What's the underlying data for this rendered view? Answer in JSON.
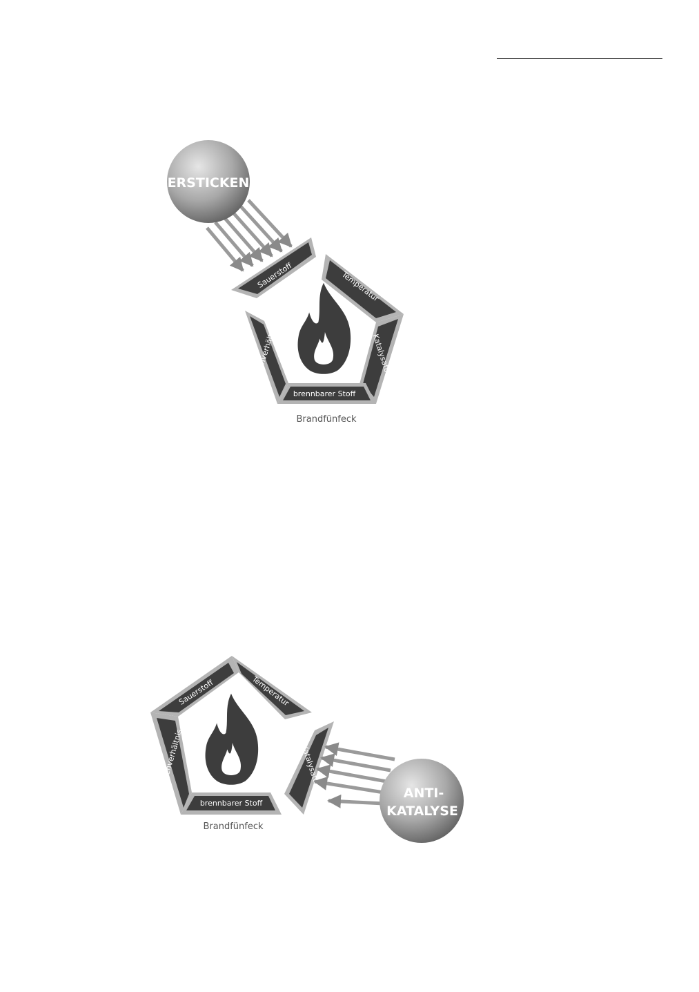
{
  "colors": {
    "segment": "#3d3d3d",
    "frame": "#b4b4b4",
    "arrow": "#9a9a9a",
    "ball_light": "#dcdcdc",
    "ball_dark": "#6a6a6a"
  },
  "icons": [
    "flame-icon"
  ],
  "diagram_top": {
    "ball_label": "ERSTICKEN",
    "segments": {
      "sauerstoff": "Sauerstoff",
      "temperatur": "Temperatur",
      "katalysator": "Katalysator",
      "brennbarer_stoff": "brennbarer Stoff",
      "mengenverhaeltnis": "Mengenverhältnis"
    },
    "caption": "Brandfünfeck"
  },
  "diagram_bottom": {
    "ball_label_line1": "ANTI-",
    "ball_label_line2": "KATALYSE",
    "segments": {
      "sauerstoff": "Sauerstoff",
      "temperatur": "Temperatur",
      "katalysator": "Katalysator",
      "brennbarer_stoff": "brennbarer Stoff",
      "mengenverhaeltnis": "Mengenverhältnis"
    },
    "caption": "Brandfünfeck"
  }
}
